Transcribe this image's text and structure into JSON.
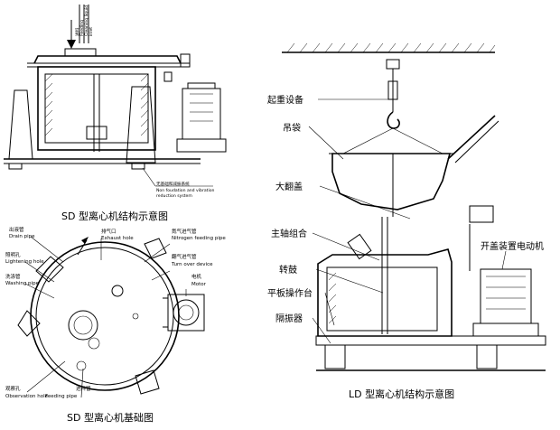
{
  "captions": {
    "sd_structure": "SD 型离心机结构示意图",
    "sd_foundation": "SD 型离心机基础图",
    "ld_structure": "LD 型离心机结构示意图"
  },
  "sd_top_labels": {
    "feeding": "Feeding",
    "cleaning": "Cleaning liquid",
    "inlet": "inlet",
    "feeding_vertical": "进料"
  },
  "sd_foundation_note": {
    "cn": "无基础和减振系统",
    "en1": "Non foudation and vibration",
    "en2": "reduction system"
  },
  "foundation_labels": {
    "drain_cn": "出液管",
    "drain_en": "Drain pipe",
    "exhaust_cn": "排气口",
    "exhaust_en": "Exhaust hole",
    "nitrogen_cn": "氮气进气管",
    "nitrogen_en": "Nitrogen feeding pipe",
    "turnover_cn": "翻气进气管",
    "turnover_en": "Turn over device",
    "motor_cn": "电机",
    "motor_en": "Motor",
    "light_cn": "照明孔",
    "light_en": "Lightening hole",
    "wash_cn": "洗涤管",
    "wash_en": "Washing pipe",
    "obs_cn": "观察孔",
    "obs_en": "Observation hole",
    "feed_cn": "进料管",
    "feed_en": "Feeding pipe"
  },
  "ld_labels": {
    "hoist": "起重设备",
    "bag": "吊袋",
    "lid": "大翻盖",
    "spindle": "主轴组合",
    "drum": "转鼓",
    "platform": "平板操作台",
    "isolator": "隔振器",
    "lid_motor": "开盖装置电动机"
  }
}
